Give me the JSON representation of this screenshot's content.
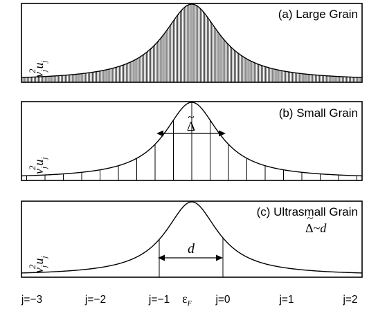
{
  "panels": [
    {
      "label": "(a) Large Grain",
      "ylabel_v": "v",
      "ylabel_u": "u",
      "ylabel_sub": "j",
      "ylabel_sup": "2",
      "line_count": 240
    },
    {
      "label": "(b) Small Grain",
      "ylabel_v": "v",
      "ylabel_u": "u",
      "ylabel_sub": "j",
      "ylabel_sup": "2",
      "line_count": 20,
      "gap_symbol": "Δ",
      "gap_mark": "~"
    },
    {
      "label": "(c) Ultrasmall Grain",
      "ylabel_v": "v",
      "ylabel_u": "u",
      "ylabel_sub": "j",
      "ylabel_sup": "2",
      "line_count": 2,
      "spacing_symbol": "d",
      "relation_left": "Δ",
      "relation_mark": "~",
      "relation_sep": "~",
      "relation_right": "d"
    }
  ],
  "x_axis": {
    "ticks": [
      {
        "label": "j=−3",
        "pos": -3
      },
      {
        "label": "j=−2",
        "pos": -2
      },
      {
        "label": "j=−1",
        "pos": -1
      },
      {
        "label": "j=0",
        "pos": 0
      },
      {
        "label": "j=1",
        "pos": 1
      },
      {
        "label": "j=2",
        "pos": 2
      }
    ],
    "fermi_symbol": "ε",
    "fermi_sub": "F",
    "fermi_pos": -0.5
  }
}
